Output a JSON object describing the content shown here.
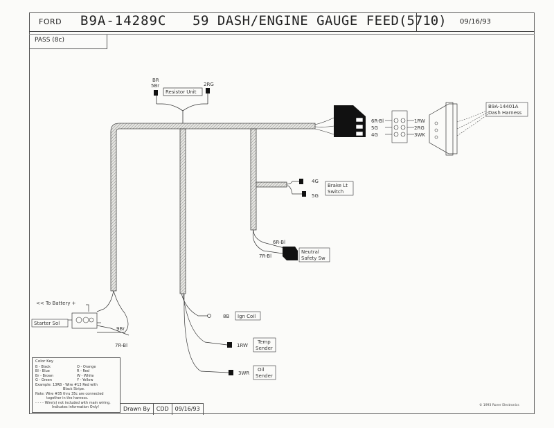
{
  "header": {
    "brand": "FORD",
    "part_number": "B9A-14289C",
    "title": "59 DASH/ENGINE GAUGE FEED",
    "code": "(5710)",
    "date": "09/16/93"
  },
  "pass_label": "PASS (8c)",
  "labels": {
    "resistor_unit": "Resistor Unit",
    "resistor_left_1": "BR",
    "resistor_left_2": "5Br",
    "resistor_right": "2RG",
    "conn_w1": "6R-Bl",
    "conn_w2": "5G",
    "conn_w3": "4G",
    "conn_o1": "1RW",
    "conn_o2": "2RG",
    "conn_o3": "3WK",
    "dash_harness_1": "B9A-14401A",
    "dash_harness_2": "Dash Harness",
    "brake_w1": "4G",
    "brake_w2": "5G",
    "brake_box_1": "Brake Lt",
    "brake_box_2": "Switch",
    "neutral_w1": "6R-Bl",
    "neutral_w2": "7R-Bl",
    "neutral_box_1": "Neutral",
    "neutral_box_2": "Safety Sw",
    "to_battery": "<< To Battery +",
    "starter_sol": "Starter Sol",
    "starter_w1": "9Br",
    "starter_w2": "7R-Bl",
    "ign_wire": "8B",
    "ign_box": "Ign Coil",
    "temp_wire": "1RW",
    "temp_box_1": "Temp",
    "temp_box_2": "Sender",
    "oil_wire": "3WR",
    "oil_box_1": "Oil",
    "oil_box_2": "Sender"
  },
  "color_key": {
    "title": "Color Key",
    "rows": [
      [
        "B - Black",
        "O - Orange"
      ],
      [
        "Bl - Blue",
        "R - Red"
      ],
      [
        "Br - Brown",
        "W - White"
      ],
      [
        "G - Green",
        "Y - Yellow"
      ]
    ],
    "example_1": "Example: 13RB - Wire #13 Red with",
    "example_2": "Black Stripe.",
    "note_1": "Note:  Wire #35 thru 35c are connected",
    "note_2": "together in the harness.",
    "legend_1": "- - - -  Wire(s) not included with main wiring.",
    "legend_2": "Indicates information Only!"
  },
  "footer": {
    "drawn_by_label": "Drawn By",
    "drawn_by": "CDD",
    "drawn_date": "09/16/93",
    "copyright": "© 1993 Rover Electronics"
  },
  "colors": {
    "line": "#333333",
    "harness_fill": "#d9d9d6",
    "ink": "#111111"
  }
}
